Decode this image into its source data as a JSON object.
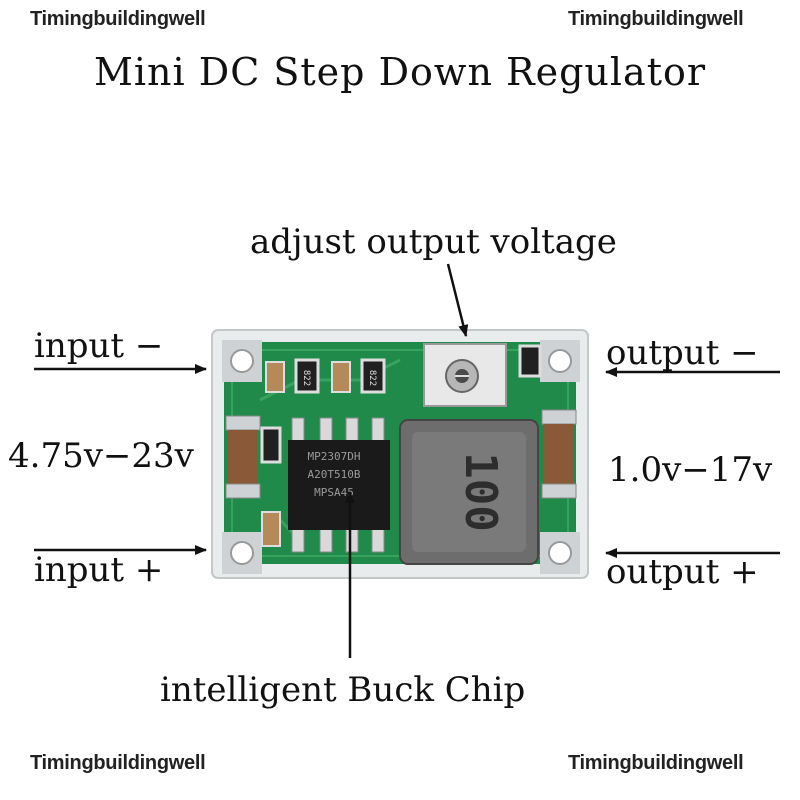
{
  "watermark": "Timingbuildingwell",
  "title": "Mini DC Step Down Regulator",
  "labels": {
    "adjust": "adjust output voltage",
    "input_minus": "input −",
    "input_range": "4.75v−23v",
    "input_plus": "input +",
    "output_minus": "output −",
    "output_range": "1.0v−17v",
    "output_plus": "output +",
    "buck_chip": "intelligent Buck Chip"
  },
  "board": {
    "chip_text": [
      "MP2307DH",
      "A20T510B",
      "MPSA45"
    ],
    "inductor_text": "100",
    "resistor_text": "822"
  },
  "colors": {
    "pcb": "#1f8a4a",
    "pcb_light": "#37a35f",
    "pad": "#cfd2d4",
    "chip": "#1a1a1a",
    "inductor": "#6d6d6d"
  }
}
